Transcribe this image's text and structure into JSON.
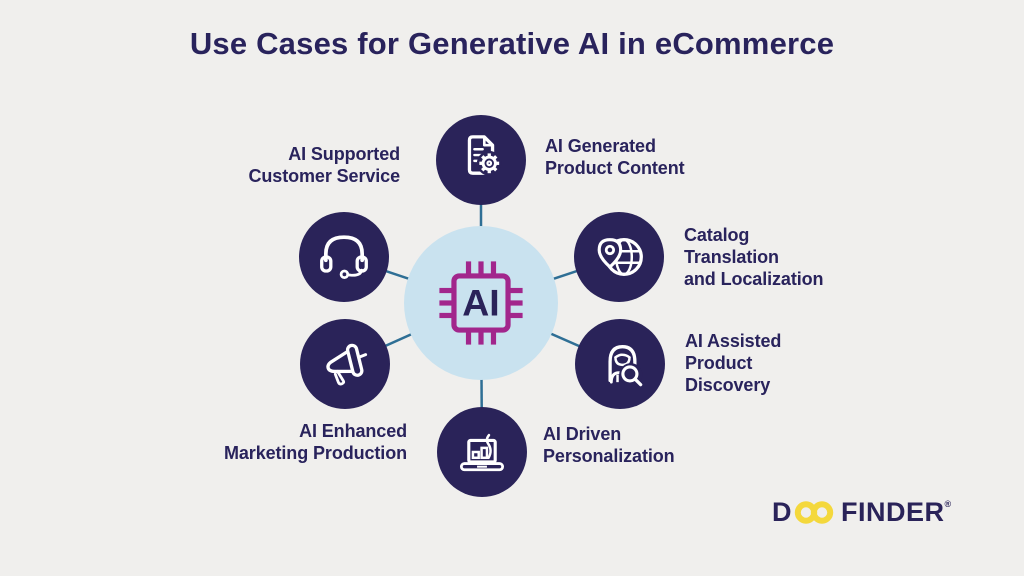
{
  "title": "Use Cases for Generative AI in eCommerce",
  "hub": {
    "label": "AI"
  },
  "nodes": [
    {
      "id": "customer-service",
      "icon": "headset-icon",
      "lines": [
        "AI Supported",
        "Customer Service"
      ]
    },
    {
      "id": "product-content",
      "icon": "document-gear-icon",
      "lines": [
        "AI Generated",
        "Product Content"
      ]
    },
    {
      "id": "catalog",
      "icon": "globe-pin-icon",
      "lines": [
        "Catalog",
        "Translation",
        "and Localization"
      ]
    },
    {
      "id": "discovery",
      "icon": "person-search-icon",
      "lines": [
        "AI Assisted",
        "Product",
        "Discovery"
      ]
    },
    {
      "id": "personalization",
      "icon": "laptop-chart-icon",
      "lines": [
        "AI Driven",
        "Personalization"
      ]
    },
    {
      "id": "marketing",
      "icon": "megaphone-icon",
      "lines": [
        "AI Enhanced",
        "Marketing Production"
      ]
    }
  ],
  "logo": {
    "d": "D",
    "finder": "FINDER",
    "registered": "®"
  },
  "colors": {
    "background": "#f0efed",
    "navy": "#2a2359",
    "title_text": "#29235c",
    "hub_blue": "#c9e2ef",
    "chip_magenta": "#a2268c",
    "connector_blue": "#2f6f95",
    "logo_yellow": "#f4d83c",
    "icon_stroke": "#ffffff"
  }
}
